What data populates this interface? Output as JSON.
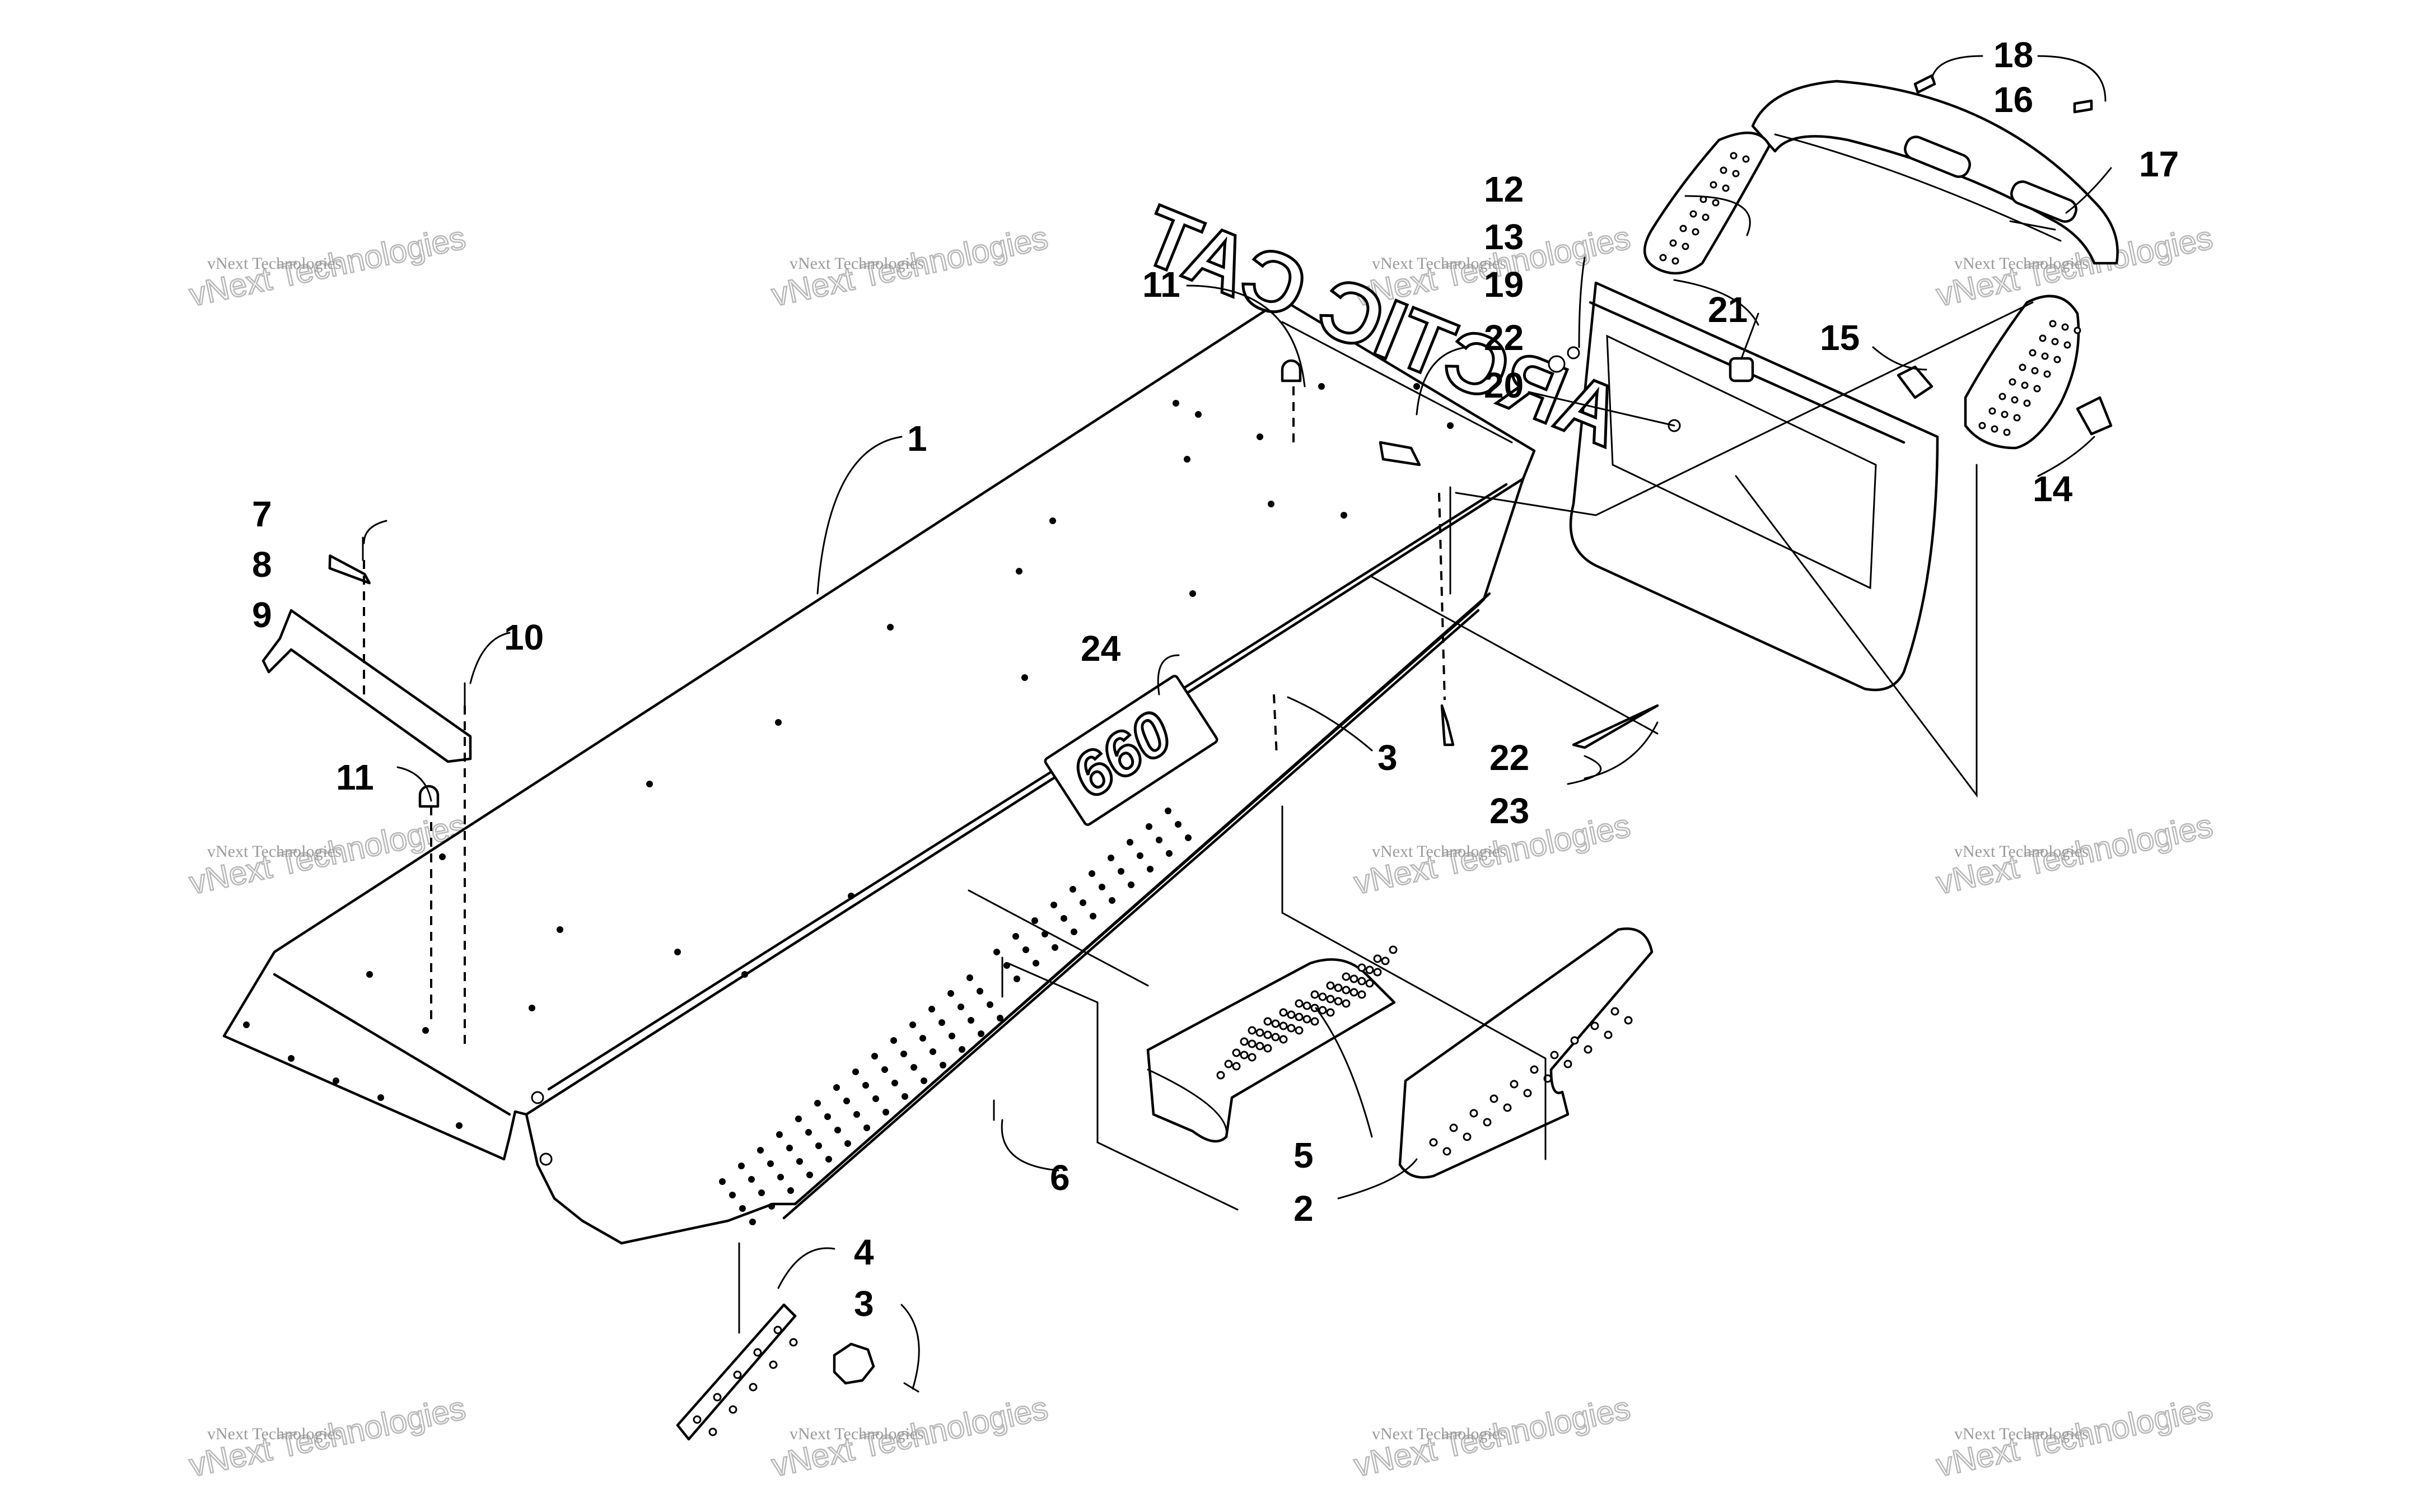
{
  "callouts": {
    "c1": "1",
    "c2": "2",
    "c3a": "3",
    "c3b": "3",
    "c4": "4",
    "c5": "5",
    "c6": "6",
    "c7": "7",
    "c8": "8",
    "c9": "9",
    "c10": "10",
    "c11a": "11",
    "c11b": "11",
    "c12": "12",
    "c13": "13",
    "c19": "19",
    "c14": "14",
    "c15": "15",
    "c16": "16",
    "c17": "17",
    "c18": "18",
    "c20": "20",
    "c21": "21",
    "c22a": "22",
    "c22b": "22",
    "c23": "23",
    "c24": "24"
  },
  "flap_logo": "ARCTIC CAT",
  "badge_text": "660",
  "watermark": {
    "line1": "vNext Technologies",
    "line2": "vNext Technologies"
  },
  "colors": {
    "ink": "#000000",
    "watermark": "#9a9a9a"
  }
}
